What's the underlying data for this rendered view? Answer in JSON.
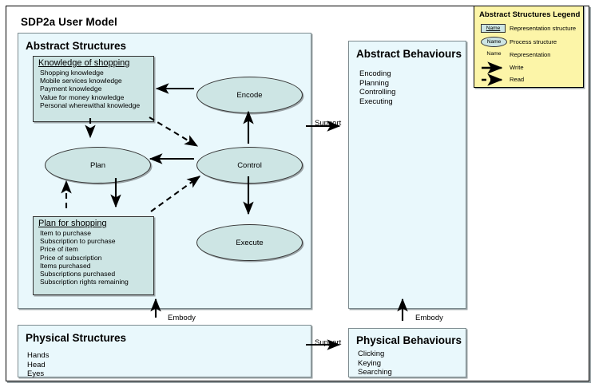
{
  "model": {
    "title": "SDP2a User Model"
  },
  "abstract_structures": {
    "title": "Abstract Structures",
    "knowledge_box": {
      "title": "Knowledge of shopping",
      "items": [
        "Shopping knowledge",
        "Mobile services knowledge",
        "Payment knowledge",
        "Value for money knowledge",
        "Personal wherewithal knowledge"
      ]
    },
    "plan_box": {
      "title": "Plan for shopping",
      "items": [
        "Item to purchase",
        "Subscription to purchase",
        "Price of item",
        "Price of subscription",
        "Items purchased",
        "Subscriptions purchased",
        "Subscription rights remaining"
      ]
    },
    "processes": [
      {
        "name": "Encode"
      },
      {
        "name": "Plan"
      },
      {
        "name": "Control"
      },
      {
        "name": "Execute"
      }
    ]
  },
  "abstract_behaviours": {
    "title": "Abstract Behaviours",
    "items": [
      "Encoding",
      "Planning",
      "Controlling",
      "Executing"
    ]
  },
  "physical_structures": {
    "title": "Physical Structures",
    "items": [
      "Hands",
      "Head",
      "Eyes"
    ]
  },
  "physical_behaviours": {
    "title": "Physical Behaviours",
    "items": [
      "Clicking",
      "Keying",
      "Searching"
    ]
  },
  "edges": {
    "support_abstract": "Support",
    "support_physical": "Support",
    "embody_left": "Embody",
    "embody_right": "Embody"
  },
  "legend": {
    "title": "Abstract Structures Legend",
    "rows": [
      {
        "chip": "Name",
        "label": "Representation structure",
        "kind": "rect"
      },
      {
        "chip": "Name",
        "label": "Process structure",
        "kind": "ellipse"
      },
      {
        "chip": "Name",
        "label": "Representation",
        "kind": "plain"
      },
      {
        "chip": "",
        "label": "Write",
        "kind": "solid-arrow"
      },
      {
        "chip": "",
        "label": "Read",
        "kind": "dashed-arrow"
      }
    ]
  },
  "colors": {
    "panel_fill": "#e9f8fc",
    "box_fill": "#cde5e4",
    "legend_fill": "#fcf5a8",
    "stroke": "#000000",
    "page_bg": "#ffffff"
  }
}
